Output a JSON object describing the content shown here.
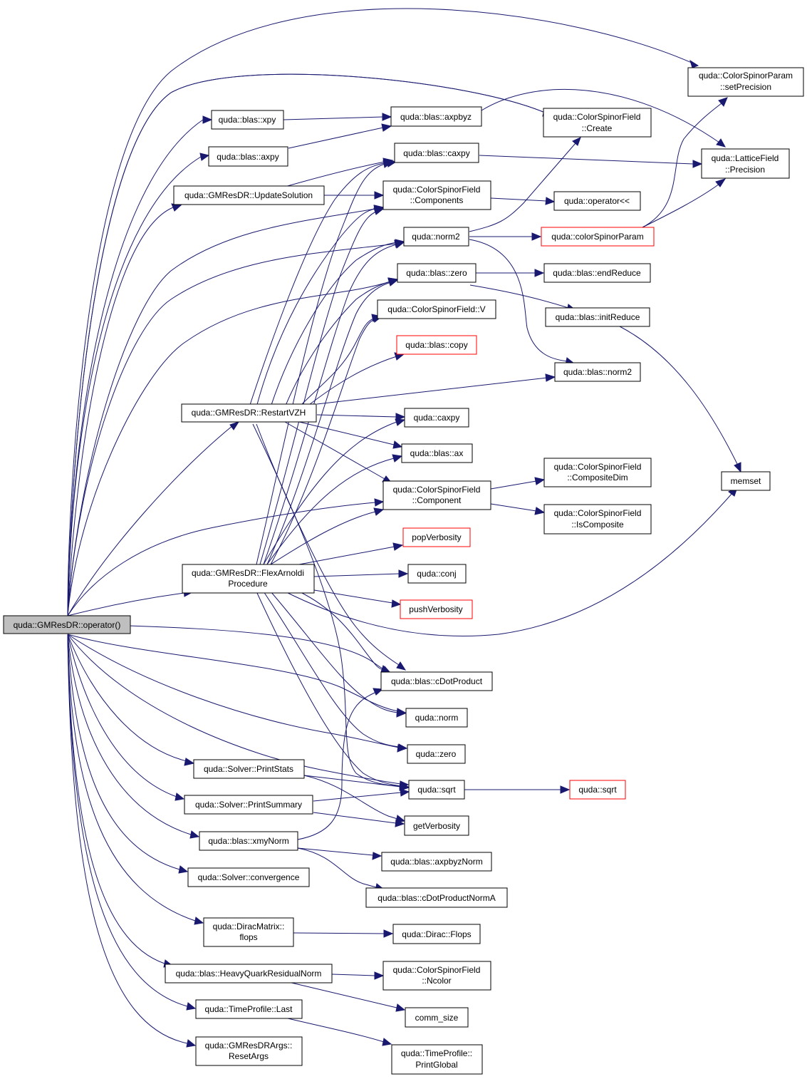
{
  "nodes": [
    {
      "id": "n0",
      "name": "operator",
      "lines": [
        "quda::GMResDR::operator()"
      ],
      "root": true
    },
    {
      "id": "n1",
      "name": "setprecision",
      "lines": [
        "quda::ColorSpinorParam",
        "::setPrecision"
      ]
    },
    {
      "id": "n2",
      "name": "xpy",
      "lines": [
        "quda::blas::xpy"
      ]
    },
    {
      "id": "n3",
      "name": "axpbyz",
      "lines": [
        "quda::blas::axpbyz"
      ]
    },
    {
      "id": "n4",
      "name": "create",
      "lines": [
        "quda::ColorSpinorField",
        "::Create"
      ]
    },
    {
      "id": "n5",
      "name": "axpy",
      "lines": [
        "quda::blas::axpy"
      ]
    },
    {
      "id": "n6",
      "name": "blas-caxpy",
      "lines": [
        "quda::blas::caxpy"
      ]
    },
    {
      "id": "n7",
      "name": "precision",
      "lines": [
        "quda::LatticeField",
        "::Precision"
      ]
    },
    {
      "id": "n8",
      "name": "update-solution",
      "lines": [
        "quda::GMResDR::UpdateSolution"
      ]
    },
    {
      "id": "n9",
      "name": "components",
      "lines": [
        "quda::ColorSpinorField",
        "::Components"
      ]
    },
    {
      "id": "n10",
      "name": "operator-shift",
      "lines": [
        "quda::operator<<"
      ]
    },
    {
      "id": "n11",
      "name": "norm2",
      "lines": [
        "quda::norm2"
      ]
    },
    {
      "id": "n12",
      "name": "colorspinorparam",
      "lines": [
        "quda::colorSpinorParam"
      ],
      "red": true
    },
    {
      "id": "n13",
      "name": "blas-zero",
      "lines": [
        "quda::blas::zero"
      ]
    },
    {
      "id": "n14",
      "name": "endreduce",
      "lines": [
        "quda::blas::endReduce"
      ]
    },
    {
      "id": "n15",
      "name": "csf-v",
      "lines": [
        "quda::ColorSpinorField::V"
      ]
    },
    {
      "id": "n16",
      "name": "initreduce",
      "lines": [
        "quda::blas::initReduce"
      ]
    },
    {
      "id": "n17",
      "name": "blas-copy",
      "lines": [
        "quda::blas::copy"
      ],
      "red": true
    },
    {
      "id": "n18",
      "name": "blas-norm2",
      "lines": [
        "quda::blas::norm2"
      ]
    },
    {
      "id": "n19",
      "name": "restart-vzh",
      "lines": [
        "quda::GMResDR::RestartVZH"
      ]
    },
    {
      "id": "n20",
      "name": "caxpy",
      "lines": [
        "quda::caxpy"
      ]
    },
    {
      "id": "n21",
      "name": "blas-ax",
      "lines": [
        "quda::blas::ax"
      ]
    },
    {
      "id": "n22",
      "name": "compositedim",
      "lines": [
        "quda::ColorSpinorField",
        "::CompositeDim"
      ]
    },
    {
      "id": "n23",
      "name": "memset",
      "lines": [
        "memset"
      ]
    },
    {
      "id": "n24",
      "name": "component",
      "lines": [
        "quda::ColorSpinorField",
        "::Component"
      ]
    },
    {
      "id": "n25",
      "name": "iscomposite",
      "lines": [
        "quda::ColorSpinorField",
        "::IsComposite"
      ]
    },
    {
      "id": "n26",
      "name": "popverbosity",
      "lines": [
        "popVerbosity"
      ],
      "red": true
    },
    {
      "id": "n27",
      "name": "flexarnoldi",
      "lines": [
        "quda::GMResDR::FlexArnoldi",
        "Procedure"
      ]
    },
    {
      "id": "n28",
      "name": "conj",
      "lines": [
        "quda::conj"
      ]
    },
    {
      "id": "n29",
      "name": "pushverbosity",
      "lines": [
        "pushVerbosity"
      ],
      "red": true
    },
    {
      "id": "n30",
      "name": "cdotproduct",
      "lines": [
        "quda::blas::cDotProduct"
      ]
    },
    {
      "id": "n31",
      "name": "norm",
      "lines": [
        "quda::norm"
      ]
    },
    {
      "id": "n32",
      "name": "zero",
      "lines": [
        "quda::zero"
      ]
    },
    {
      "id": "n33",
      "name": "printstats",
      "lines": [
        "quda::Solver::PrintStats"
      ]
    },
    {
      "id": "n34",
      "name": "sqrt",
      "lines": [
        "quda::sqrt"
      ]
    },
    {
      "id": "n35",
      "name": "sqrt-ext",
      "lines": [
        "quda::sqrt"
      ],
      "red": true
    },
    {
      "id": "n36",
      "name": "printsummary",
      "lines": [
        "quda::Solver::PrintSummary"
      ]
    },
    {
      "id": "n37",
      "name": "getverbosity",
      "lines": [
        "getVerbosity"
      ]
    },
    {
      "id": "n38",
      "name": "xmynorm",
      "lines": [
        "quda::blas::xmyNorm"
      ]
    },
    {
      "id": "n39",
      "name": "axpbyznorm",
      "lines": [
        "quda::blas::axpbyzNorm"
      ]
    },
    {
      "id": "n40",
      "name": "convergence",
      "lines": [
        "quda::Solver::convergence"
      ]
    },
    {
      "id": "n41",
      "name": "cdotproductnorma",
      "lines": [
        "quda::blas::cDotProductNormA"
      ]
    },
    {
      "id": "n42",
      "name": "diracmatrix-flops",
      "lines": [
        "quda::DiracMatrix::",
        "flops"
      ]
    },
    {
      "id": "n43",
      "name": "dirac-flops",
      "lines": [
        "quda::Dirac::Flops"
      ]
    },
    {
      "id": "n44",
      "name": "heavyquark",
      "lines": [
        "quda::blas::HeavyQuarkResidualNorm"
      ]
    },
    {
      "id": "n45",
      "name": "ncolor",
      "lines": [
        "quda::ColorSpinorField",
        "::Ncolor"
      ]
    },
    {
      "id": "n46",
      "name": "timeprofile-last",
      "lines": [
        "quda::TimeProfile::Last"
      ]
    },
    {
      "id": "n47",
      "name": "comm-size",
      "lines": [
        "comm_size"
      ]
    },
    {
      "id": "n48",
      "name": "resetargs",
      "lines": [
        "quda::GMResDRArgs::",
        "ResetArgs"
      ]
    },
    {
      "id": "n49",
      "name": "printglobal",
      "lines": [
        "quda::TimeProfile::",
        "PrintGlobal"
      ]
    }
  ]
}
